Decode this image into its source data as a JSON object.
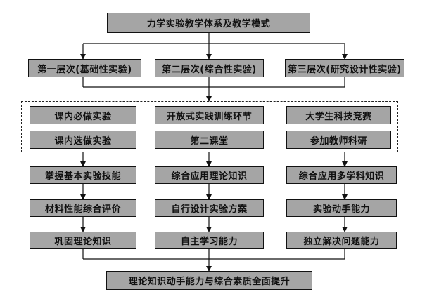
{
  "title": "力学实验教学体系及教学模式",
  "levels": [
    "第一层次(基础性实验)",
    "第二层次(综合性实验)",
    "第三层次(研究设计性实验)"
  ],
  "activities": {
    "row1": [
      "课内必做实验",
      "开放式实践训练环节",
      "大学生科技竞赛"
    ],
    "row2": [
      "课内选做实验",
      "第二课堂",
      "参加教师科研"
    ]
  },
  "skills": {
    "col1": [
      "掌握基本实验技能",
      "材料性能综合评价",
      "巩固理论知识"
    ],
    "col2": [
      "综合应用理论知识",
      "自行设计实验方案",
      "自主学习能力"
    ],
    "col3": [
      "综合应用多学科知识",
      "实验动手能力",
      "独立解决问题能力"
    ]
  },
  "outcome": "理论知识动手能力与综合素质全面提升",
  "colors": {
    "box_fill": "#a5a5a5",
    "line": "#111111"
  }
}
